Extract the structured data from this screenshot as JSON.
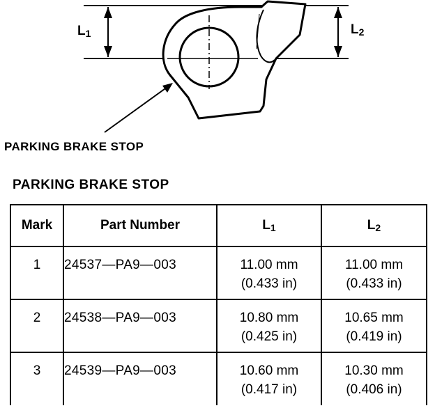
{
  "diagram": {
    "dimension_left": "L1",
    "dimension_right": "L2",
    "callout": "PARKING BRAKE STOP"
  },
  "table": {
    "title": "PARKING BRAKE STOP",
    "headers": {
      "mark": "Mark",
      "part_number": "Part Number",
      "l1": "L1",
      "l2": "L2"
    },
    "rows": [
      {
        "mark": "1",
        "part_number": "24537—PA9—003",
        "l1_mm": "11.00 mm",
        "l1_in": "(0.433 in)",
        "l2_mm": "11.00 mm",
        "l2_in": "(0.433 in)"
      },
      {
        "mark": "2",
        "part_number": "24538—PA9—003",
        "l1_mm": "10.80 mm",
        "l1_in": "(0.425 in)",
        "l2_mm": "10.65 mm",
        "l2_in": "(0.419 in)"
      },
      {
        "mark": "3",
        "part_number": "24539—PA9—003",
        "l1_mm": "10.60 mm",
        "l1_in": "(0.417 in)",
        "l2_mm": "10.30 mm",
        "l2_in": "(0.406 in)"
      }
    ]
  }
}
